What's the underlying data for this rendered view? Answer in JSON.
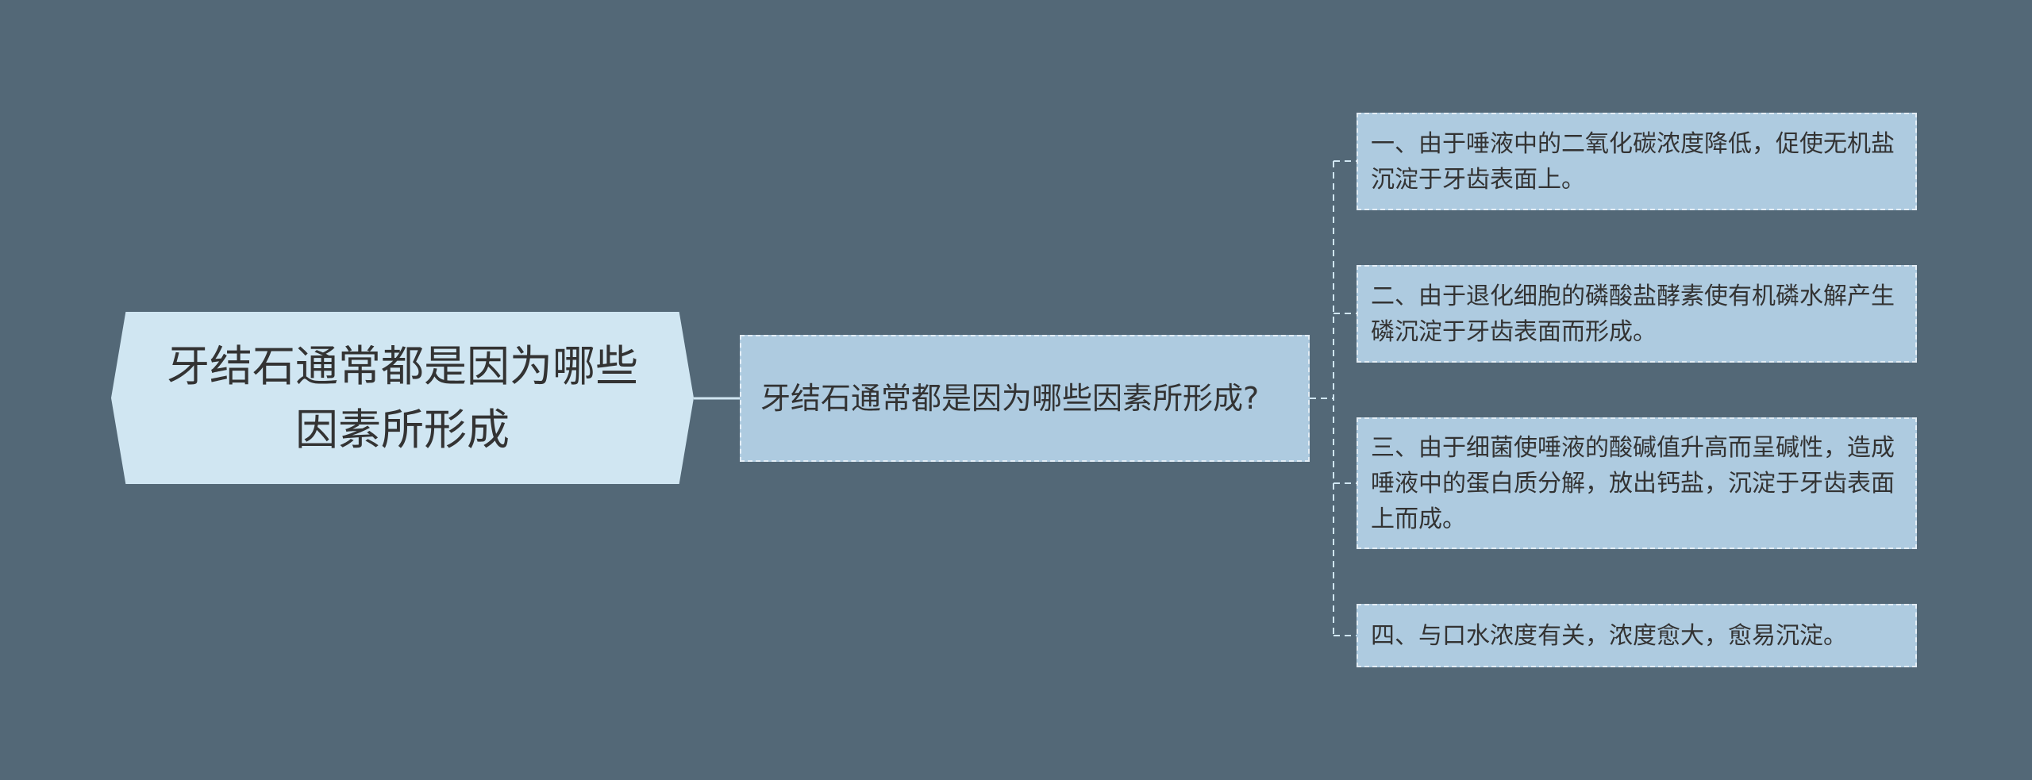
{
  "diagram": {
    "root": {
      "label": "牙结石通常都是因为哪些因素所形成"
    },
    "branch": {
      "label": "牙结石通常都是因为哪些因素所形成?"
    },
    "leaves": [
      {
        "label": "一、由于唾液中的二氧化碳浓度降低，促使无机盐沉淀于牙齿表面上。"
      },
      {
        "label": "二、由于退化细胞的磷酸盐酵素使有机磷水解产生磷沉淀于牙齿表面而形成。"
      },
      {
        "label": "三、由于细菌使唾液的酸碱值升高而呈碱性，造成唾液中的蛋白质分解，放出钙盐，沉淀于牙齿表面上而成。"
      },
      {
        "label": "四、与口水浓度有关，浓度愈大，愈易沉淀。"
      }
    ],
    "colors": {
      "background": "#536877",
      "root_fill": "#d0e6f2",
      "node_fill": "#aecbe0",
      "node_border": "#e3edf5",
      "connector": "#d0e6f2",
      "text": "#333333"
    }
  }
}
